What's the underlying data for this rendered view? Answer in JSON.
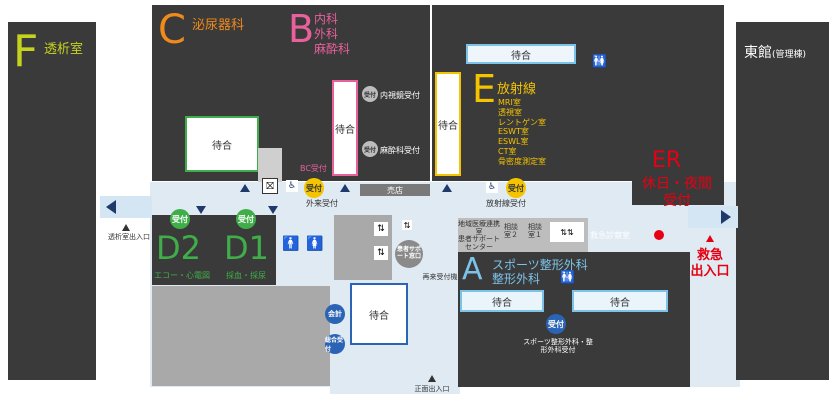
{
  "zones": {
    "F": {
      "letter": "F",
      "name": "透析室",
      "letter_color": "#c6d31e"
    },
    "C": {
      "letter": "C",
      "name": "泌尿器科",
      "letter_color": "#f08a1c"
    },
    "B": {
      "letter": "B",
      "name_lines": [
        "内科",
        "外科",
        "麻酔科"
      ],
      "letter_color": "#e8609c"
    },
    "E": {
      "letter": "E",
      "name": "放射線",
      "sub_lines": [
        "MRI室",
        "透視室",
        "レントゲン室",
        "ESWT室",
        "ESWL室",
        "CT室",
        "骨密度測定室"
      ],
      "letter_color": "#f5c400"
    },
    "ER": {
      "letter": "ER",
      "lines": [
        "休日・夜間",
        "受付"
      ],
      "color": "#e60012"
    },
    "east": {
      "name": "東館",
      "sub": "(管理棟)"
    },
    "D2": {
      "letter": "D2",
      "name": "エコー・心電図"
    },
    "D1": {
      "letter": "D1",
      "name": "採血・採尿"
    },
    "A": {
      "letter": "A",
      "name_lines": [
        "スポーツ整形外科",
        "整形外科"
      ]
    }
  },
  "waiting_label": "待合",
  "reception_label": "受付",
  "labels": {
    "endoscopy_reception": "内視鏡受付",
    "anesthesia_reception": "麻酔科受付",
    "bc_reception": "BC受付",
    "outpatient_reception": "外来受付",
    "shop": "売店",
    "radiology_reception": "放射線受付",
    "regional_office": "地域医療連携室",
    "patient_support": "患者サポートセンター",
    "consult_room_2": "相談室２",
    "consult_room_1": "相談室１",
    "rescue_clinic": "救急診察室",
    "patient_support_window": "患者サポート窓口",
    "revisit_machine": "再来受付機",
    "accounting": "会計",
    "general_reception": "総合受付",
    "sports_ortho_reception": "スポーツ整形外科・整形外科受付",
    "dialysis_entrance": "透析室出入口",
    "main_entrance": "正面出入口",
    "emergency_entrance_lines": [
      "救急",
      "出入口"
    ]
  },
  "colors": {
    "dark_block": "#3a3a3a",
    "corridor": "#dfeaf3",
    "green": "#3fae49",
    "blue_frame": "#7cc3ea",
    "pink_frame": "#e8609c",
    "yellow_frame": "#f5c400",
    "reception_yellow": "#f5c400",
    "reception_green": "#3fae49",
    "reception_blue": "#2b63b5",
    "emergency_red": "#e60012"
  },
  "icons": [
    "wheelchair-icon",
    "restroom-icon",
    "stairs-icon",
    "elevator-icon",
    "entrance-triangle-icon"
  ]
}
